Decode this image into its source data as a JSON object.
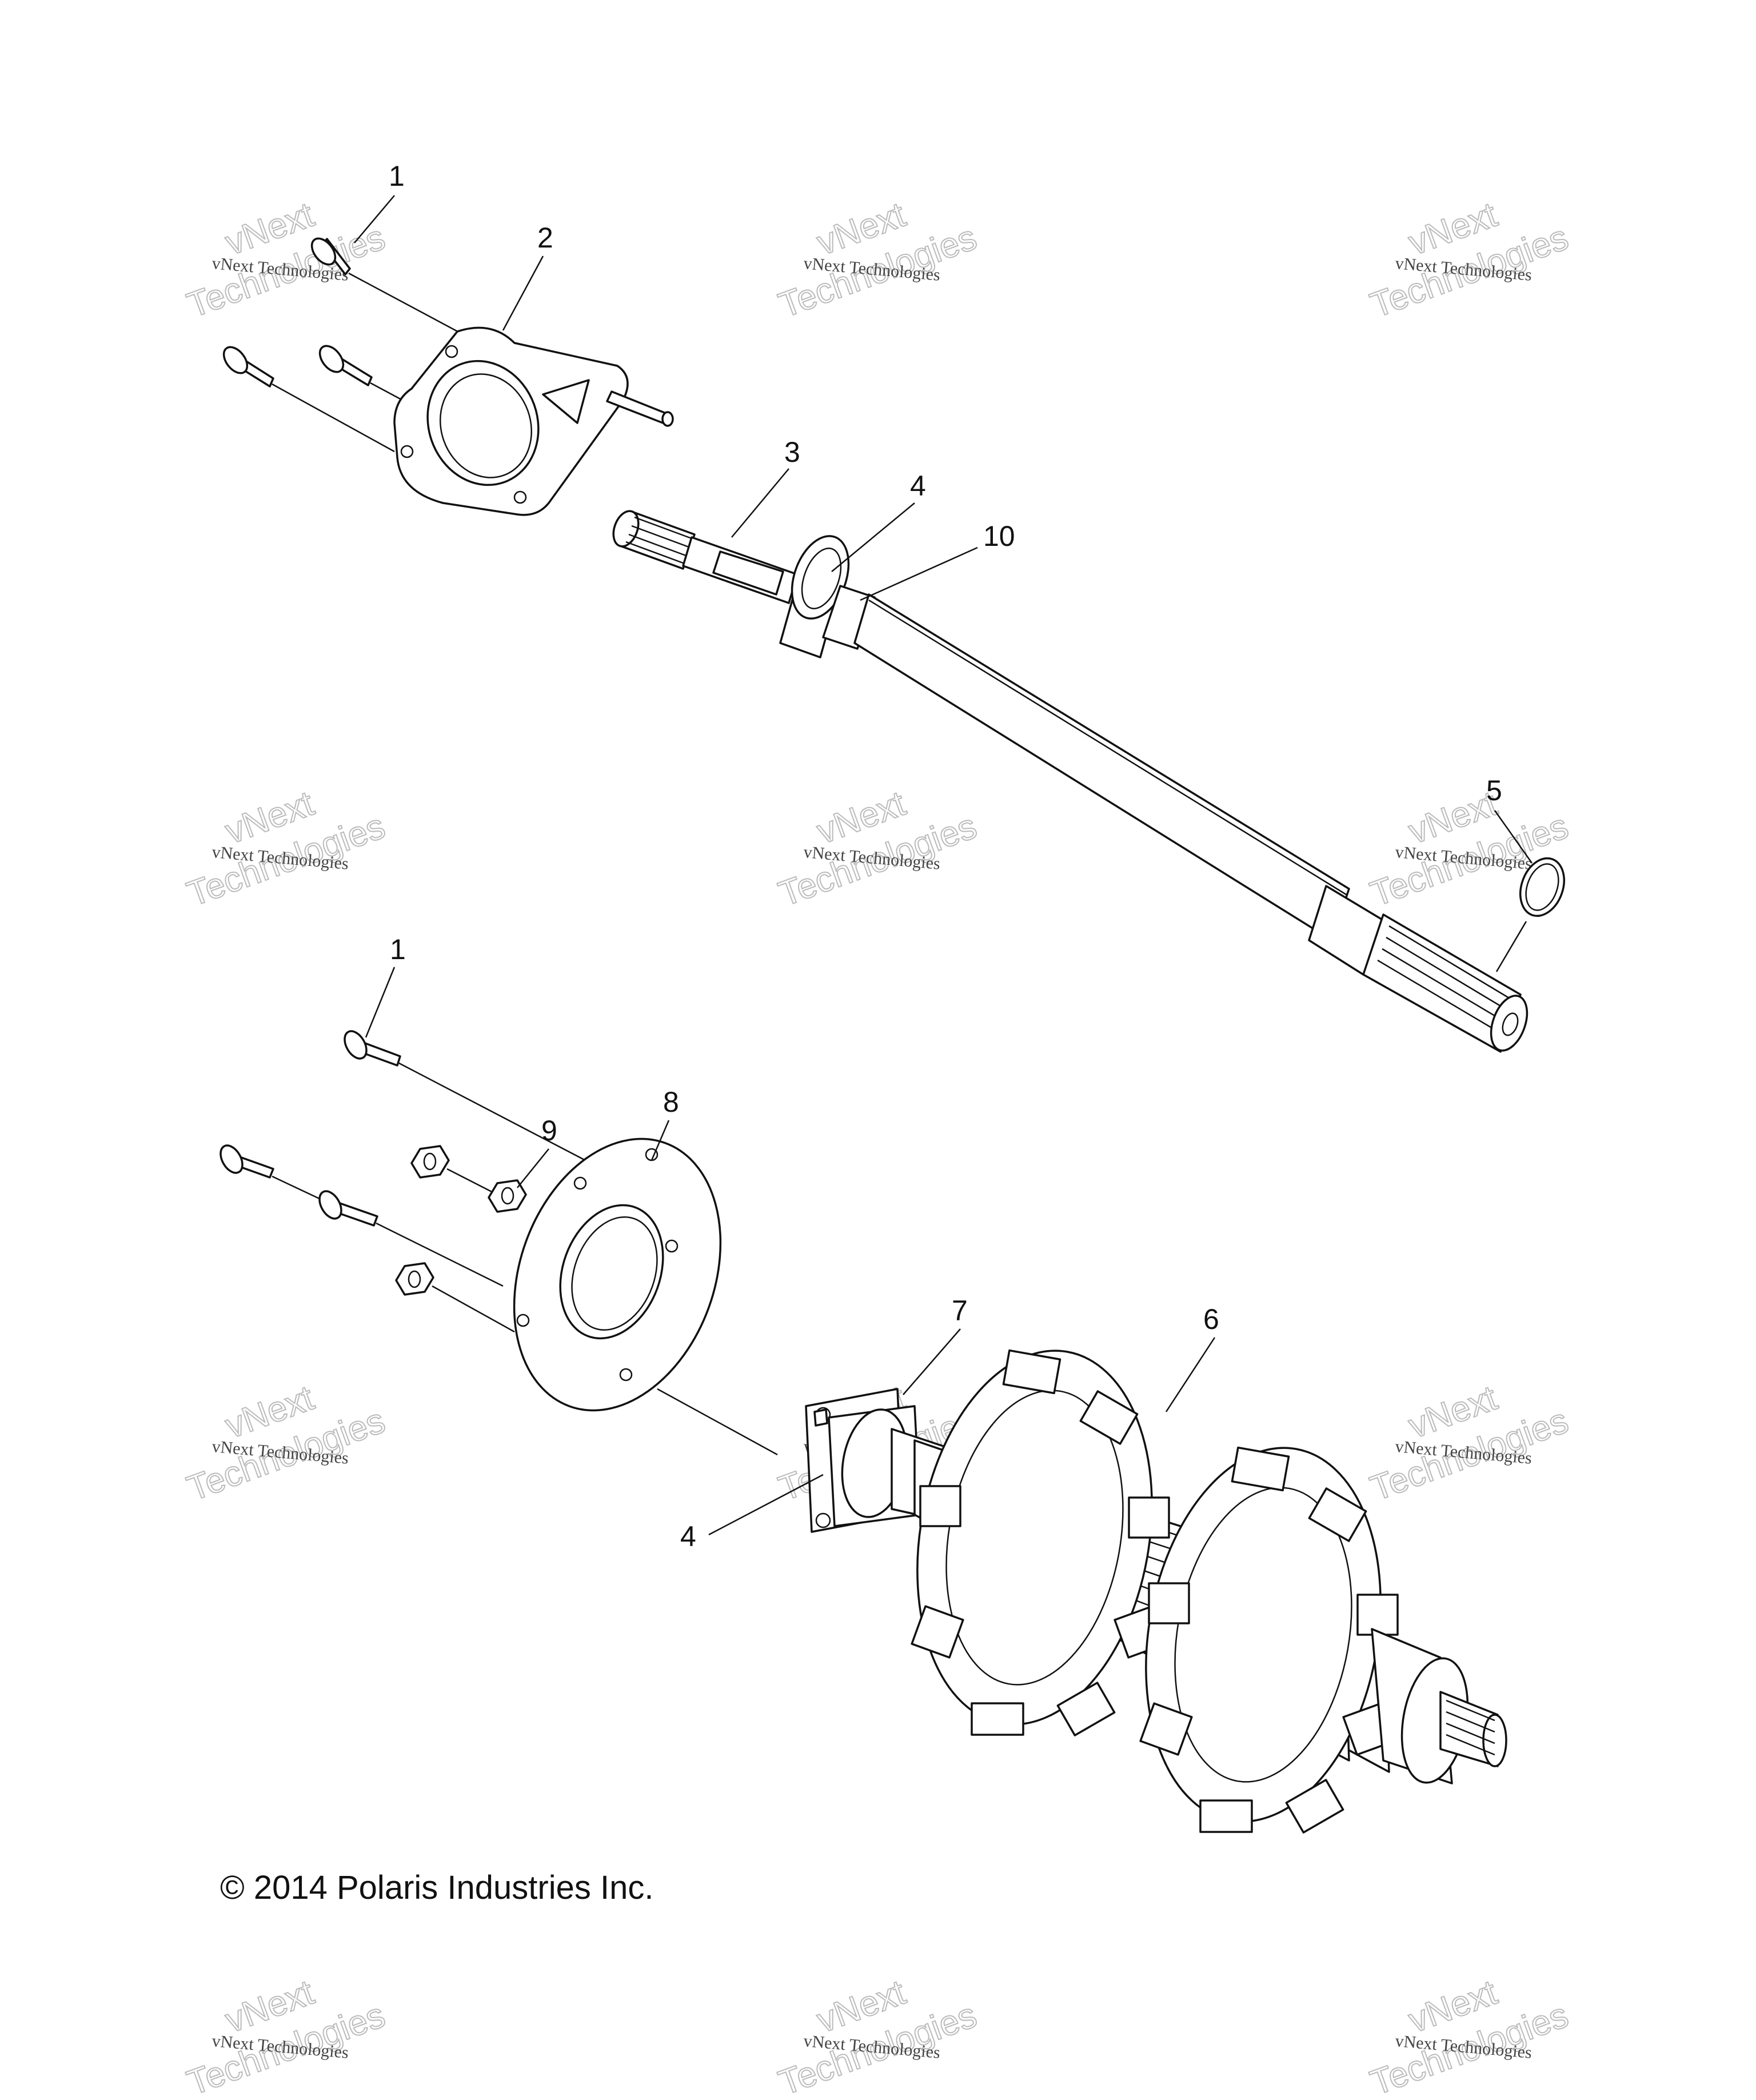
{
  "callouts": {
    "c1_top": "1",
    "c2": "2",
    "c3": "3",
    "c4_top": "4",
    "c10": "10",
    "c5": "5",
    "c1_bottom": "1",
    "c9": "9",
    "c8": "8",
    "c7": "7",
    "c6": "6",
    "c4_bottom": "4"
  },
  "copyright": "© 2014 Polaris Industries Inc.",
  "watermark": {
    "line_small": "vNext Technologies",
    "line_big_1": "vNext",
    "line_big_2": "Technologies"
  },
  "colors": {
    "line": "#111111",
    "background": "#ffffff",
    "watermark": "#bbbbbb"
  }
}
